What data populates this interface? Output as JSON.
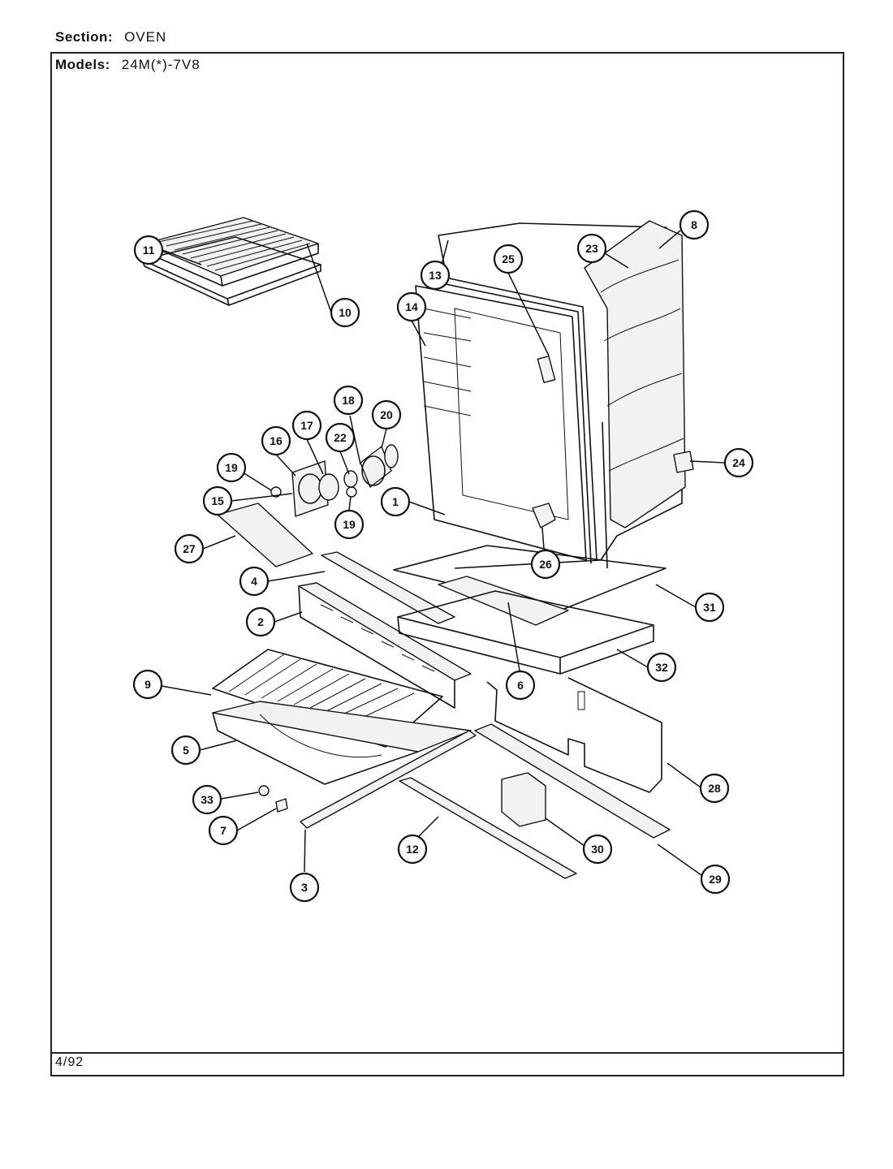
{
  "header": {
    "section_label": "Section:",
    "section_value": "OVEN",
    "models_label": "Models:",
    "models_value": "24M(*)-7V8"
  },
  "footer": {
    "date": "4/92"
  },
  "callouts": [
    "11",
    "10",
    "13",
    "14",
    "25",
    "23",
    "8",
    "18",
    "20",
    "22",
    "16",
    "17",
    "19",
    "15",
    "19",
    "1",
    "24",
    "27",
    "26",
    "4",
    "31",
    "2",
    "32",
    "6",
    "9",
    "5",
    "28",
    "33",
    "7",
    "12",
    "30",
    "3",
    "29"
  ]
}
